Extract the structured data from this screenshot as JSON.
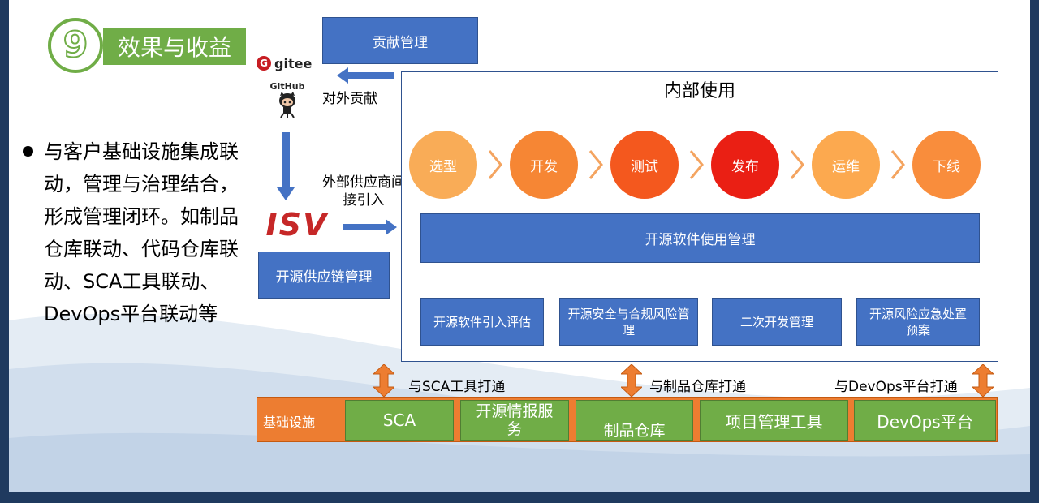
{
  "title": {
    "number": "9",
    "text": "效果与收益"
  },
  "bullet": {
    "text": "与客户基础设施集成联动，管理与治理结合，形成管理闭环。如制品仓库联动、代码仓库联动、SCA工具联动、DevOps平台联动等"
  },
  "logos": {
    "gitee": "gitee",
    "github": "GitHub",
    "isv": "ISV"
  },
  "contribution": {
    "box": "贡献管理",
    "label": "对外贡献"
  },
  "supplier": {
    "label": "外部供应商间接引入",
    "box": "开源供应链管理"
  },
  "internal": {
    "title": "内部使用",
    "stages": [
      "选型",
      "开发",
      "测试",
      "发布",
      "运维",
      "下线"
    ],
    "stage_colors": [
      "#f9ac57",
      "#f68634",
      "#f4581e",
      "#ea1f14",
      "#fca94f",
      "#f98d3c"
    ],
    "usage_box": "开源软件使用管理",
    "sub_boxes": [
      "开源软件引入评估",
      "开源安全与合规风险管理",
      "二次开发管理",
      "开源风险应急处置预案"
    ]
  },
  "connectors": [
    "与SCA工具打通",
    "与制品仓库打通",
    "与DevOps平台打通"
  ],
  "infrastructure": {
    "label": "基础设施",
    "items": [
      "SCA",
      "开源情报服务",
      "制品仓库",
      "项目管理工具",
      "DevOps平台"
    ]
  }
}
